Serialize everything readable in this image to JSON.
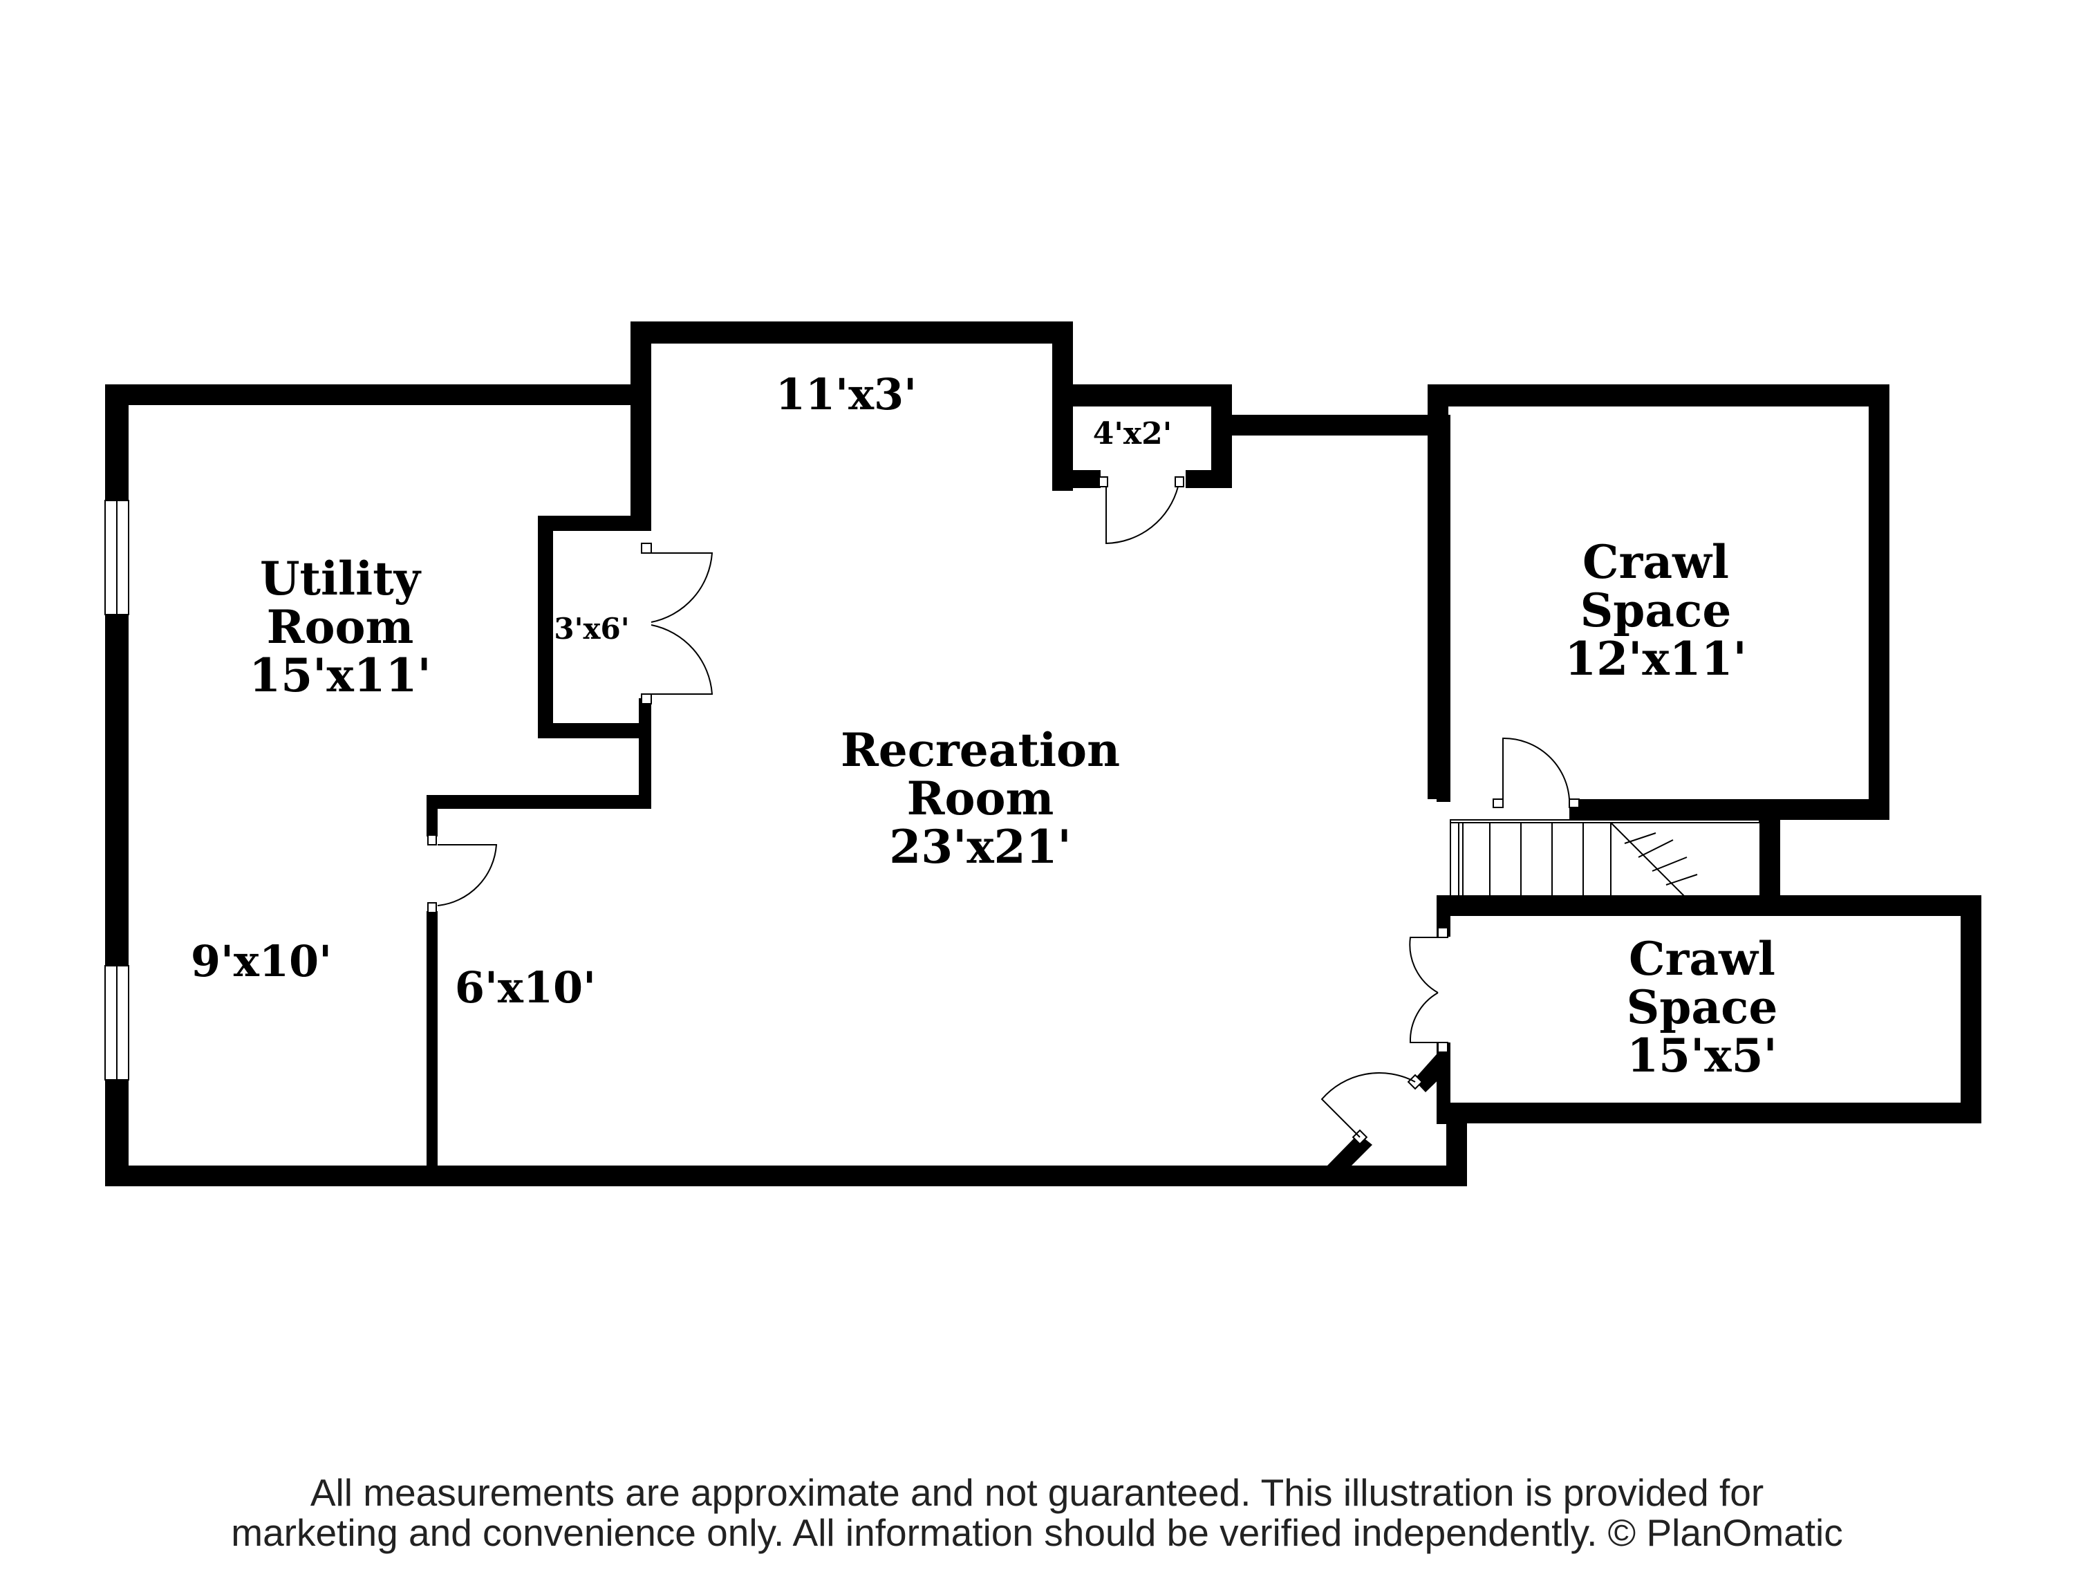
{
  "rooms": {
    "utility": {
      "line1": "Utility",
      "line2": "Room",
      "dims": "15'x11'"
    },
    "recreation": {
      "line1": "Recreation",
      "line2": "Room",
      "dims": "23'x21'"
    },
    "crawl_upper": {
      "line1": "Crawl",
      "line2": "Space",
      "dims": "12'x11'"
    },
    "crawl_lower": {
      "line1": "Crawl",
      "line2": "Space",
      "dims": "15'x5'"
    }
  },
  "dimensions": {
    "alcove_top": "11'x3'",
    "closet_top": "4'x2'",
    "closet_left": "3'x6'",
    "lower_left": "9'x10'",
    "lower_mid": "6'x10'"
  },
  "disclaimer": {
    "line1": "All measurements are approximate and not guaranteed. This illustration is provided for",
    "line2": "marketing and convenience only. All information should be verified independently. © PlanOmatic"
  }
}
